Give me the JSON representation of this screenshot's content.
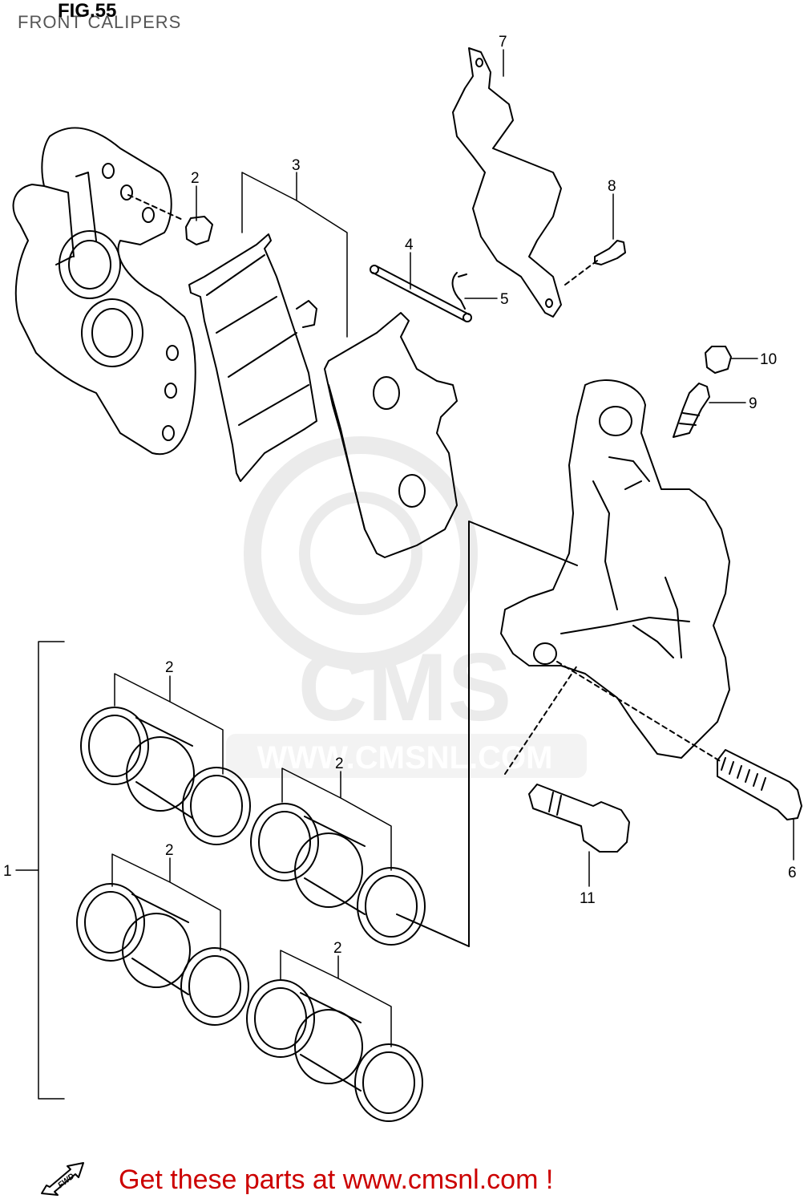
{
  "figure": {
    "title": "FIG.55",
    "subtitle": "FRONT CALIPERS"
  },
  "callouts": {
    "c1": "1",
    "c2a": "2",
    "c2b": "2",
    "c2c": "2",
    "c2d": "2",
    "c2e": "2",
    "c3": "3",
    "c4": "4",
    "c5": "5",
    "c6": "6",
    "c7": "7",
    "c8": "8",
    "c9": "9",
    "c10": "10",
    "c11": "11"
  },
  "watermark": {
    "brand": "CMS",
    "url": "WWW.CMSNL.COM"
  },
  "fwd_label": "FWD",
  "footer_text": "Get these parts at www.cmsnl.com !"
}
